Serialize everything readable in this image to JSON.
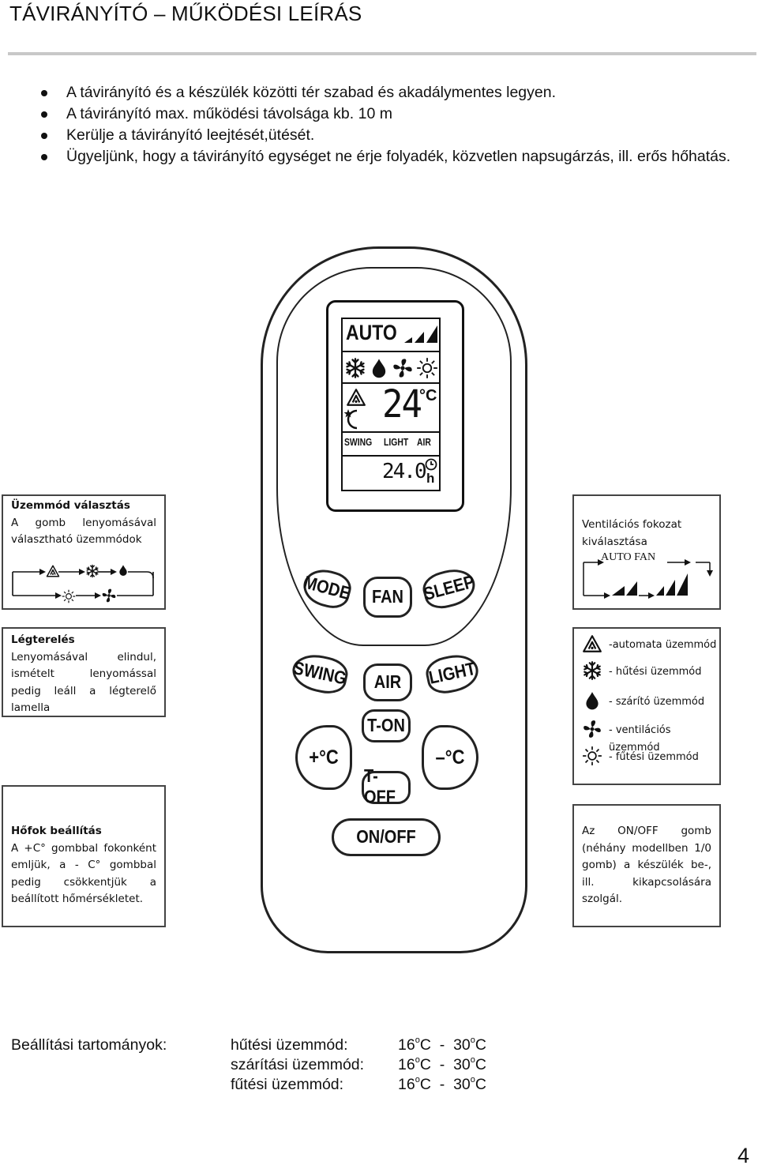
{
  "title": "TÁVIRÁNYÍTÓ – MŰKÖDÉSI LEÍRÁS",
  "bullets": [
    "A távirányító és a készülék közötti tér szabad és akadálymentes  legyen.",
    "A távirányító max.  működési távolsága kb. 10 m",
    "Kerülje a távirányító leejtését,ütését.",
    "Ügyeljünk, hogy a távirányító egységet ne érje folyadék, közvetlen napsugárzás, ill. erős hőhatás."
  ],
  "remote": {
    "lcd": {
      "mode": "AUTO",
      "temperature": "24",
      "unit": "°C",
      "swing": "SWING",
      "light": "LIGHT",
      "air": "AIR",
      "timer": "24.0",
      "timer_unit": "h"
    },
    "buttons": {
      "mode": "MODE",
      "fan": "FAN",
      "sleep": "SLEEP",
      "swing": "SWING",
      "air": "AIR",
      "light": "LIGHT",
      "t_on": "T-ON",
      "t_off": "T-OFF",
      "temp_up": "+°C",
      "temp_down": "–°C",
      "on_off": "ON/OFF"
    }
  },
  "annotations": {
    "mode": {
      "title": "Üzemmód választás",
      "body": "A gomb lenyomásával választható üzemmódok"
    },
    "fan": {
      "body": "Ventilációs fokozat kiválasztása",
      "diagram_label": "AUTO FAN"
    },
    "swing": {
      "title": "Légterelés",
      "body": "Lenyomásával elindul, ismételt lenyomással pedig leáll a légterelő lamella"
    },
    "legend": [
      {
        "icon": "auto-mode-icon",
        "label": "-automata üzemmód"
      },
      {
        "icon": "snowflake-icon",
        "label": "- hűtési üzemmód"
      },
      {
        "icon": "water-drop-icon",
        "label": "- szárító üzemmód"
      },
      {
        "icon": "fan-icon",
        "label": "- ventilációs üzemmód"
      },
      {
        "icon": "sun-icon",
        "label": "- fűtési üzemmód"
      }
    ],
    "temp": {
      "title": "Hőfok beállítás",
      "body": "A +C° gombbal fokonként emljük, a - C° gombbal pedig csökkentjük a beállított hőmérsékletet."
    },
    "onoff": {
      "body": "Az ON/OFF gomb (néhány modellben 1/0 gomb) a készülék be-, ill. kikapcsolására szolgál."
    }
  },
  "ranges": {
    "label": "Beállítási tartományok:",
    "rows": [
      {
        "mode": "hűtési üzemmód:",
        "min": "16",
        "max": "30",
        "unit": "C"
      },
      {
        "mode": "szárítási üzemmód:",
        "min": "16",
        "max": "30",
        "unit": "C"
      },
      {
        "mode": "fűtési üzemmód:",
        "min": "16",
        "max": "30",
        "unit": "C"
      }
    ],
    "degree_mark": "o",
    "separator": "-"
  },
  "page_number": "4"
}
